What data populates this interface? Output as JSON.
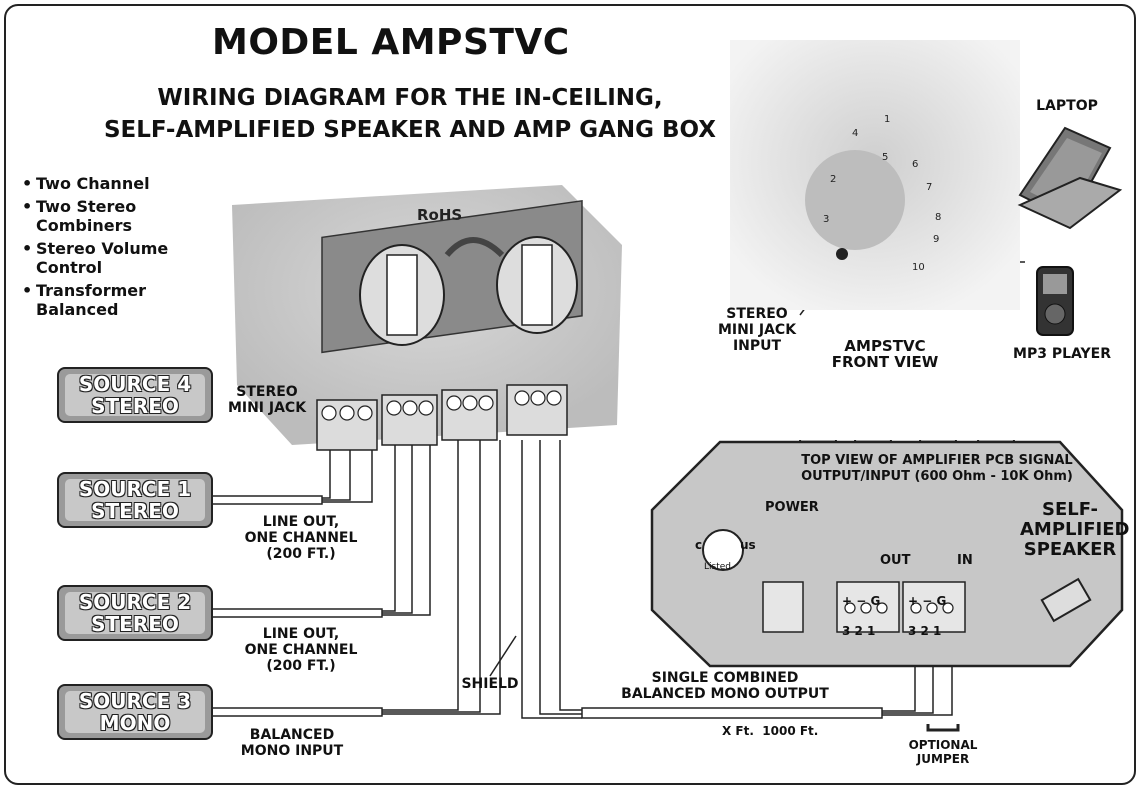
{
  "title": "MODEL AMPSTVC",
  "subtitle_line1": "WIRING DIAGRAM FOR THE IN-CEILING,",
  "subtitle_line2": "SELF-AMPLIFIED SPEAKER AND AMP GANG BOX",
  "features": [
    "Two Channel",
    "Two Stereo Combiners",
    "Stereo Volume Control",
    "Transformer Balanced"
  ],
  "sources": [
    {
      "line1": "SOURCE 4",
      "line2": "STEREO"
    },
    {
      "line1": "SOURCE 1",
      "line2": "STEREO"
    },
    {
      "line1": "SOURCE 2",
      "line2": "STEREO"
    },
    {
      "line1": "SOURCE 3",
      "line2": "MONO"
    }
  ],
  "labels": {
    "rohs": "RoHS",
    "stereo_mini_jack_1": "STEREO",
    "stereo_mini_jack_2": "MINI JACK",
    "line_out_1a": "LINE OUT,",
    "line_out_1b": "ONE CHANNEL",
    "line_out_1c": "(200 FT.)",
    "line_out_2a": "LINE OUT,",
    "line_out_2b": "ONE CHANNEL",
    "line_out_2c": "(200 FT.)",
    "balanced_1": "BALANCED",
    "balanced_2": "MONO INPUT",
    "shield": "SHIELD",
    "combined_1": "SINGLE COMBINED",
    "combined_2": "BALANCED MONO OUTPUT",
    "distance": "X Ft.  1000 Ft.",
    "jumper_1": "OPTIONAL",
    "jumper_2": "JUMPER",
    "laptop": "LAPTOP",
    "mp3": "MP3 PLAYER",
    "front_jack_1": "STEREO",
    "front_jack_2": "MINI JACK",
    "front_jack_3": "INPUT",
    "front_view_1": "AMPSTVC",
    "front_view_2": "FRONT VIEW",
    "top_view_1": "TOP VIEW OF AMPLIFIER PCB SIGNAL",
    "top_view_2": "OUTPUT/INPUT (600 Ohm - 10K Ohm)",
    "power": "POWER",
    "out": "OUT",
    "in": "IN",
    "self_amp_1": "SELF-",
    "self_amp_2": "AMPLIFIED",
    "self_amp_3": "SPEAKER",
    "ul_c": "c",
    "ul_us": "us",
    "ul_listed": "Listed",
    "term_top": "+ − G",
    "term_bottom": "3 2 1"
  },
  "dial_numbers": [
    "1",
    "2",
    "3",
    "4",
    "5",
    "6",
    "7",
    "8",
    "9",
    "10"
  ]
}
